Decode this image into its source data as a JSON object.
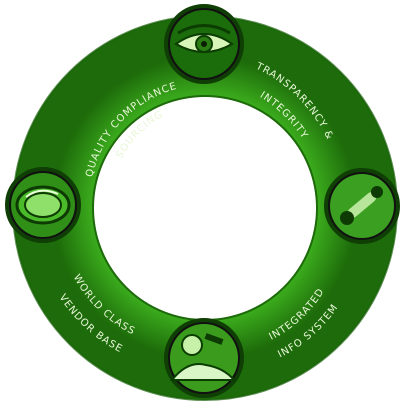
{
  "segments": [
    {
      "id": "quality",
      "lines": [
        "QUALITY COMPLIANCE",
        "SOURCING"
      ],
      "icon": "eye-icon"
    },
    {
      "id": "transparency",
      "lines": [
        "TRANSPARENCY &",
        "INTEGRITY"
      ],
      "icon": "tool-icon"
    },
    {
      "id": "info",
      "lines": [
        "INTEGRATED",
        "INFO SYSTEM"
      ],
      "icon": "worker-icon"
    },
    {
      "id": "vendor",
      "lines": [
        "WORLD  CLASS",
        "VENDOR BASE"
      ],
      "icon": "lens-icon"
    }
  ],
  "colors": {
    "ring": "#2f9c16",
    "ring_dark": "#1f6e0b",
    "badge_ring": "#164e08",
    "text": "#e8f7d8"
  }
}
